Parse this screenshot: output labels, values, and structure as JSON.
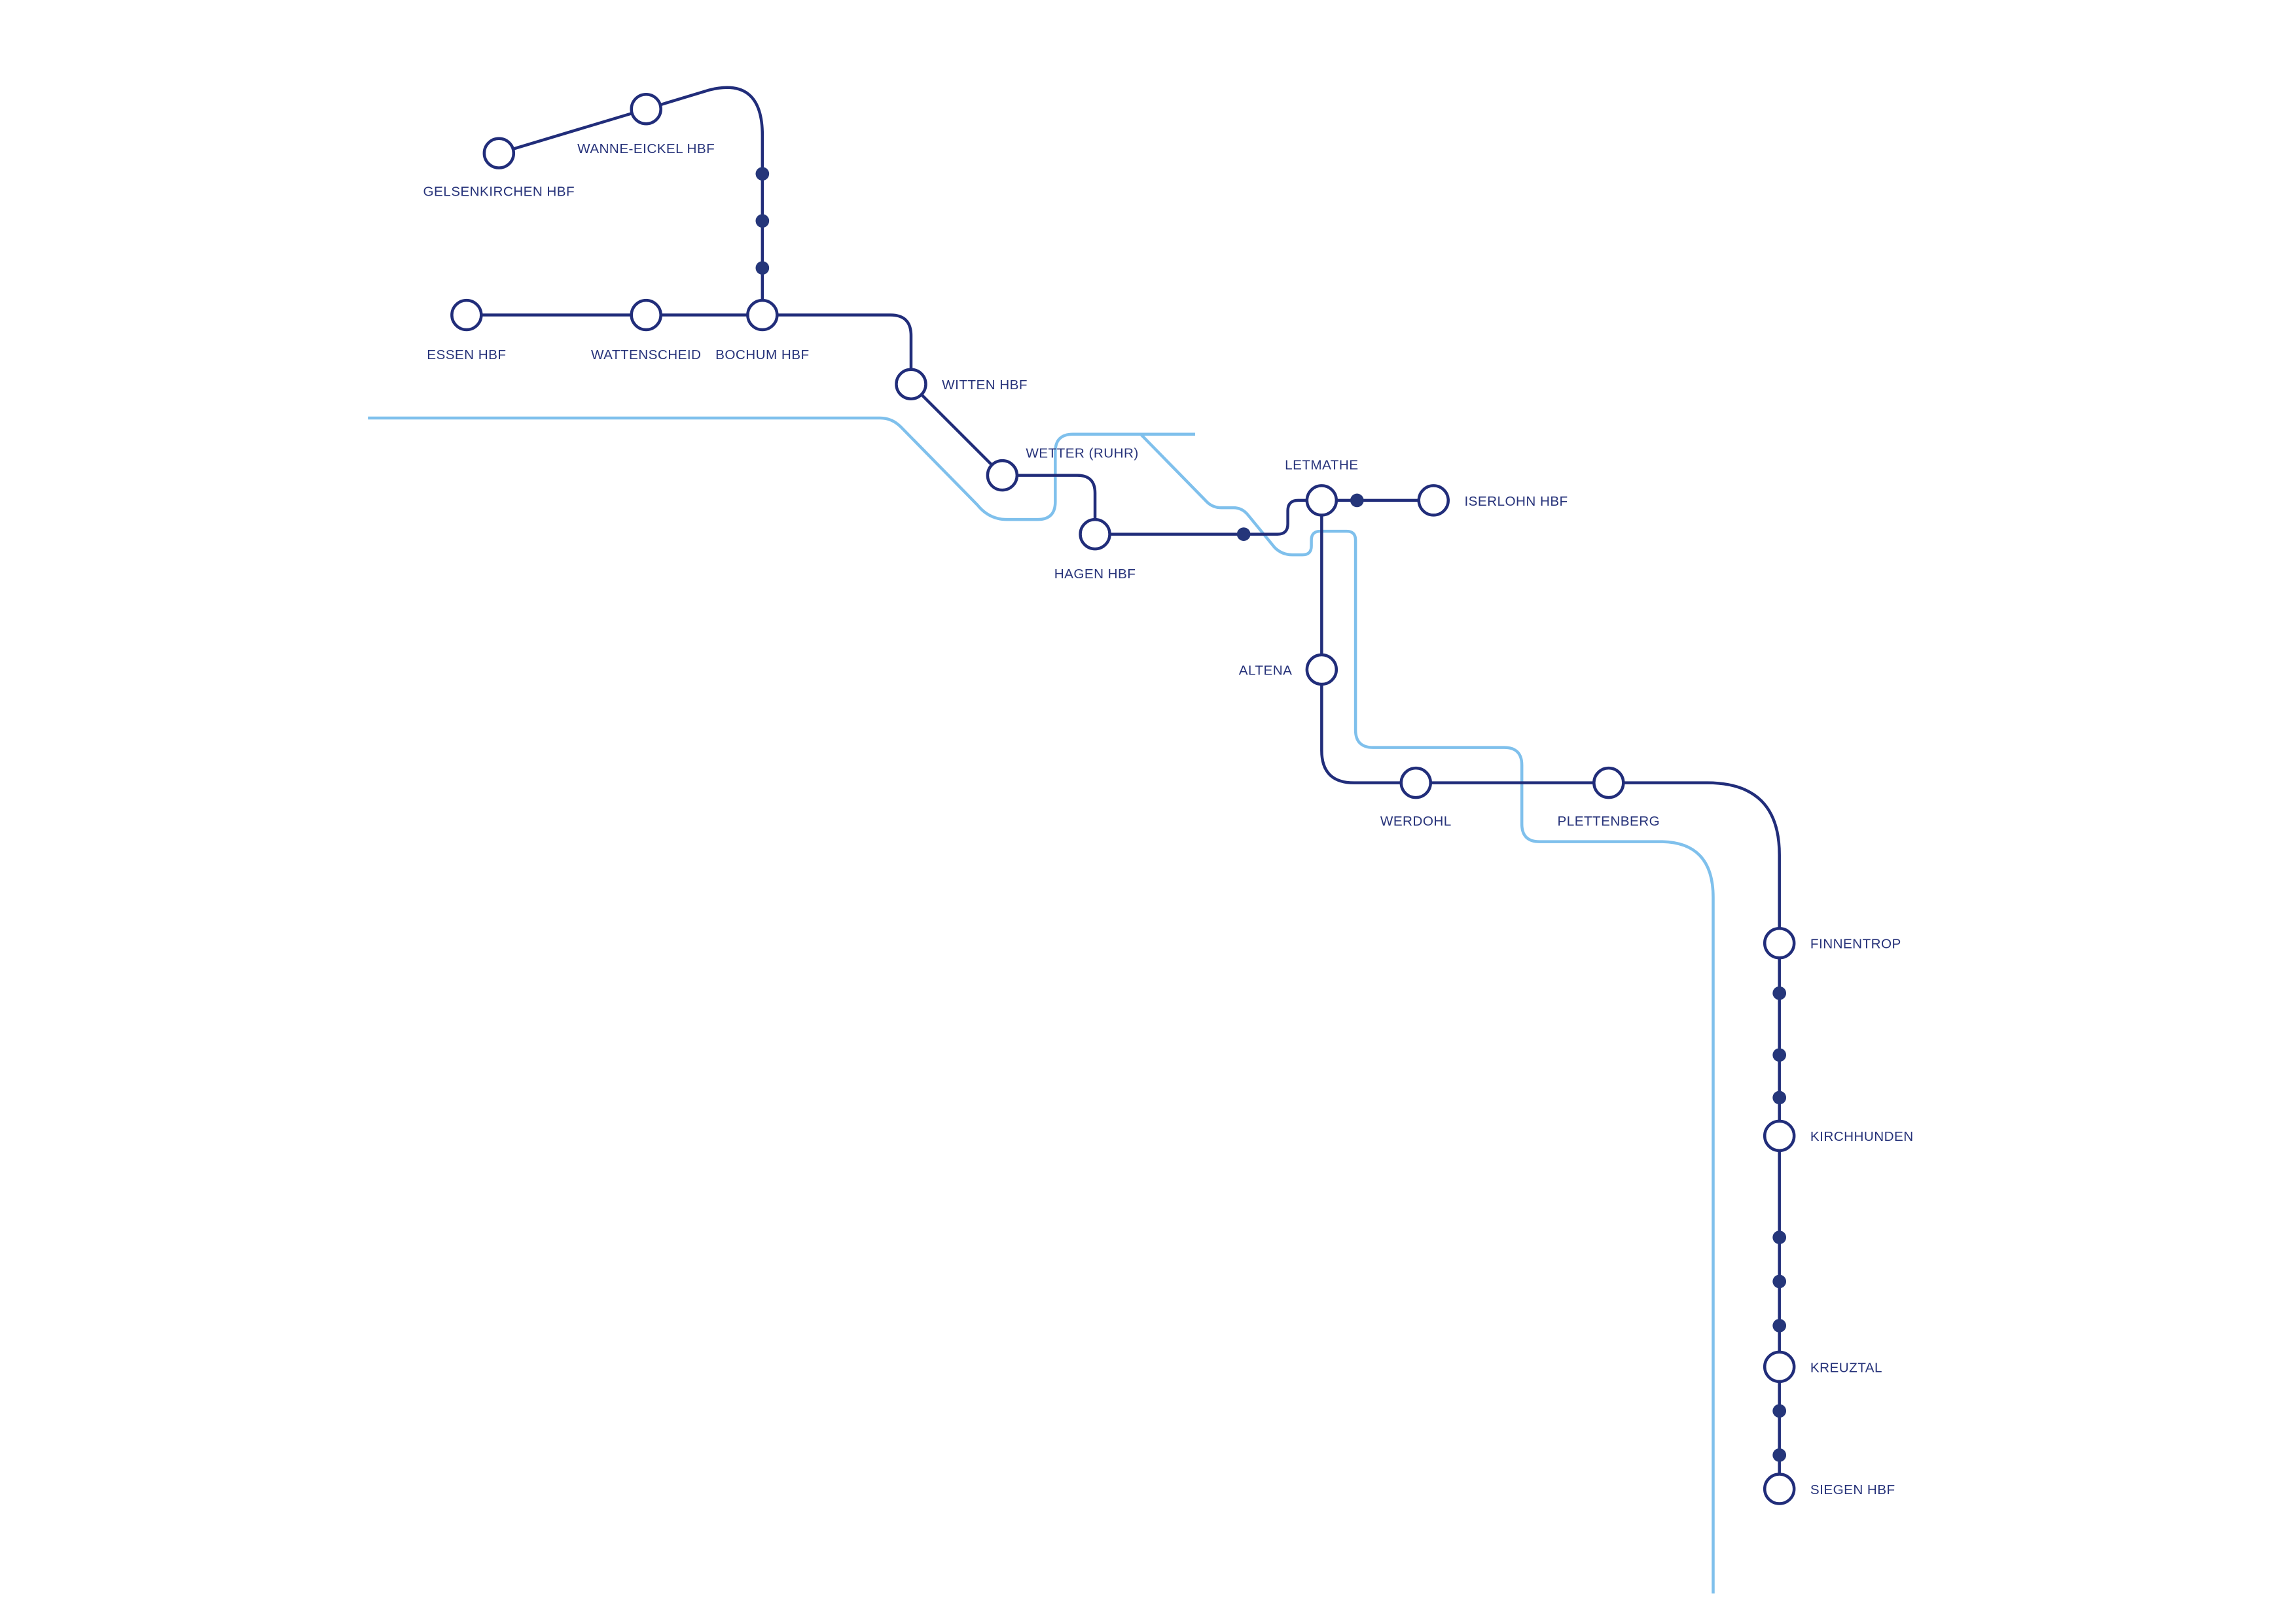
{
  "map": {
    "colors": {
      "main_line": "#212d7a",
      "secondary_line": "#7fc0ec",
      "stop_dot": "#25367a"
    },
    "stations": {
      "gelsenkirchen": "GELSENKIRCHEN HBF",
      "wanne_eickel": "WANNE-EICKEL HBF",
      "essen": "ESSEN HBF",
      "wattenscheid": "WATTENSCHEID",
      "bochum": "BOCHUM HBF",
      "witten": "WITTEN HBF",
      "wetter": "WETTER (RUHR)",
      "hagen": "HAGEN HBF",
      "letmathe": "LETMATHE",
      "iserlohn": "ISERLOHN HBF",
      "altena": "ALTENA",
      "werdohl": "WERDOHL",
      "plettenberg": "PLETTENBERG",
      "finnentrop": "FINNENTROP",
      "kirchhunden": "KIRCHHUNDEN",
      "kreuztal": "KREUZTAL",
      "siegen": "SIEGEN HBF"
    }
  }
}
